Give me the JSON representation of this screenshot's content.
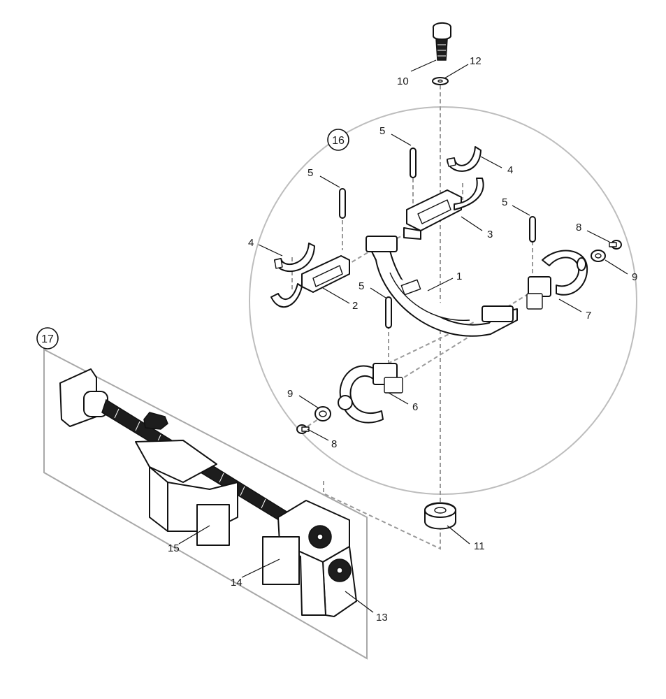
{
  "callouts": {
    "assembly_16": "16",
    "assembly_17": "17",
    "part_1": "1",
    "part_2": "2",
    "part_3": "3",
    "part_4_left": "4",
    "part_4_right": "4",
    "part_5_a": "5",
    "part_5_b": "5",
    "part_5_c": "5",
    "part_5_d": "5",
    "part_6": "6",
    "part_7": "7",
    "part_8_right": "8",
    "part_8_left": "8",
    "part_9_right": "9",
    "part_9_left": "9",
    "part_10": "10",
    "part_11": "11",
    "part_12": "12",
    "part_13": "13",
    "part_14": "14",
    "part_15": "15"
  },
  "colors": {
    "line": "#111111",
    "dashed_guide": "#9a9a9a",
    "detail_circle": "#bdbdbd",
    "detail_frame": "#a8a8a8",
    "background": "#ffffff"
  }
}
